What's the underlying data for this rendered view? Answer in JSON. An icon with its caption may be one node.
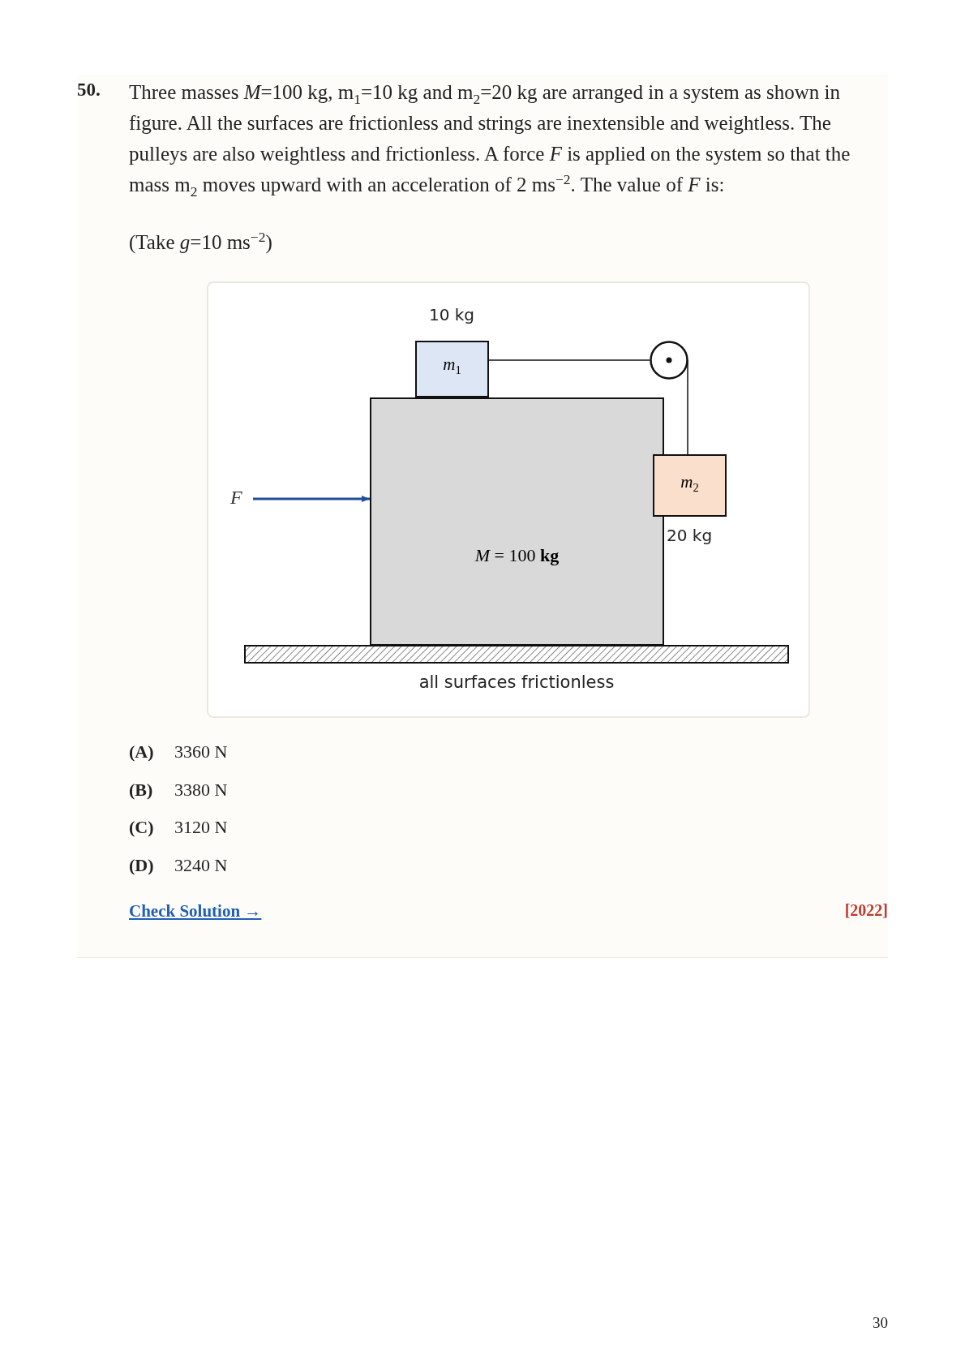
{
  "diagram": {
    "nodes": [
      {
        "text": [
          "*M* = 100 **kg**"
        ]
      },
      {
        "text": [
          "*m*$_{1}$"
        ],
        "beside": [
          "10 kg"
        ]
      },
      {
        "text": [],
        "shape": "circle"
      },
      {
        "text": [
          "*m*$_{2}$"
        ],
        "beside": [
          "20 kg"
        ]
      },
      {
        "text": [
          "*F*"
        ]
      }
    ],
    "edges": [
      {
        "from": 1,
        "to": 2,
        "arrow": "none"
      },
      {
        "from": 2,
        "to": 3,
        "arrow": "none"
      },
      {
        "from": 4,
        "to": 0,
        "arrow": "to",
        "color": "#1f4e9c"
      }
    ],
    "labels": [
      "50.",
      "Three masses *M*=100 kg, m$_{1}$=10 kg and m$_{2}$=20 kg are arranged in a system as shown in figure. All the surfaces are frictionless and strings are inextensible and weightless. The pulleys are also weightless and frictionless. A force *F* is applied on the system so that the mass m$_{2}$ moves upward with an acceleration of 2 ms$^{−2}$. The value of *F* is:",
      "(Take *g*=10 ms$^{−2}$)",
      "all surfaces frictionless",
      "(A)",
      "3360 N",
      "(B)",
      "3380 N",
      "(C)",
      "3120 N",
      "(D)",
      "3240 N",
      "Check Solution →",
      "[2022]",
      "30"
    ]
  }
}
